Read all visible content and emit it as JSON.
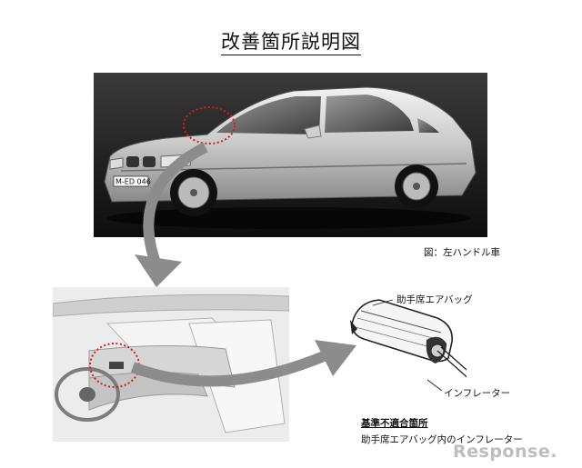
{
  "title": "改善箇所説明図",
  "car_caption": "図：左ハンドル車",
  "license_plate": "M-ED 046",
  "labels": {
    "airbag": "助手席エアバッグ",
    "inflator": "インフレーター"
  },
  "nonconformance": {
    "heading": "基準不適合箇所",
    "description": "助手席エアバッグ内のインフレーター"
  },
  "watermark": "Response."
}
